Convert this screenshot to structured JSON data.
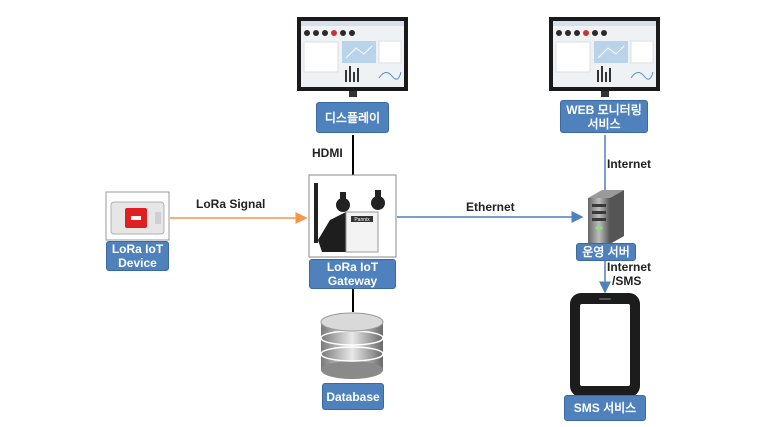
{
  "nodes": {
    "device": {
      "line1": "LoRa IoT",
      "line2": "Device"
    },
    "display": {
      "label": "디스플레이"
    },
    "gateway": {
      "line1": "LoRa IoT",
      "line2": "Gateway",
      "brand": "Pannix"
    },
    "database": {
      "label": "Database"
    },
    "web_monitoring": {
      "line1": "WEB 모니터링",
      "line2": "서비스"
    },
    "server": {
      "label": "운영 서버"
    },
    "sms": {
      "label": "SMS 서비스"
    }
  },
  "edges": {
    "lora_signal": "LoRa Signal",
    "hdmi": "HDMI",
    "ethernet": "Ethernet",
    "internet_top": "Internet",
    "internet_sms_line1": "Internet",
    "internet_sms_line2": "/SMS"
  },
  "colors": {
    "label_fill": "#4f81bd",
    "lora_line": "#f79646",
    "ethernet_line": "#4f81bd",
    "black_line": "#000000"
  }
}
